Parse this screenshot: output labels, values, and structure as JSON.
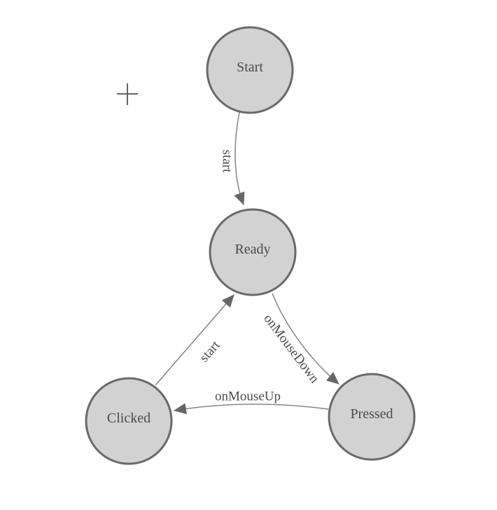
{
  "colors": {
    "canvas_background": "#ffffff",
    "node_fill": "#d2d2d2",
    "node_stroke": "#696969",
    "edge_stroke": "#7d7d7d",
    "arrow_fill": "#666666",
    "text_color": "#4a4a4a",
    "crosshair_color": "#666666"
  },
  "crosshair": {
    "symbol": "+"
  },
  "diagram": {
    "type": "finite-state-machine",
    "nodes": [
      {
        "id": "start",
        "label": "Start"
      },
      {
        "id": "ready",
        "label": "Ready"
      },
      {
        "id": "clicked",
        "label": "Clicked"
      },
      {
        "id": "pressed",
        "label": "Pressed"
      }
    ],
    "edges": [
      {
        "from": "start",
        "to": "ready",
        "label": "start"
      },
      {
        "from": "ready",
        "to": "pressed",
        "label": "onMouseDown"
      },
      {
        "from": "pressed",
        "to": "clicked",
        "label": "onMouseUp"
      },
      {
        "from": "clicked",
        "to": "ready",
        "label": "start"
      }
    ]
  }
}
